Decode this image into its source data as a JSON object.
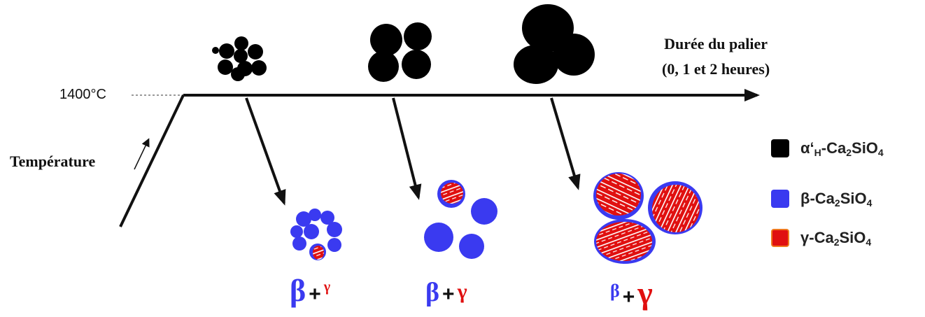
{
  "axis": {
    "temperature_value": "1400°C",
    "temperature_label": "Température",
    "duration_label_line1": "Durée du palier",
    "duration_label_line2": "(0, 1 et 2 heures)"
  },
  "legend": [
    {
      "symbol": "α‘",
      "sub1": "H",
      "mid": "-Ca",
      "sub2": "2",
      "mid2": "SiO",
      "sub3": "4",
      "color": "#000000"
    },
    {
      "symbol": "β",
      "sub1": "",
      "mid": "-Ca",
      "sub2": "2",
      "mid2": "SiO",
      "sub3": "4",
      "color": "#3a3af0"
    },
    {
      "symbol": "γ",
      "sub1": "",
      "mid": "-Ca",
      "sub2": "2",
      "mid2": "SiO",
      "sub3": "4",
      "color": "#e01010"
    }
  ],
  "phases": [
    {
      "beta": "β",
      "plus": "+",
      "gamma": "γ"
    },
    {
      "beta": "β",
      "plus": "+",
      "gamma": "γ"
    },
    {
      "beta": "β",
      "plus": "+",
      "gamma": "γ"
    }
  ],
  "colors": {
    "alpha": "#000000",
    "beta": "#3a3af0",
    "gamma": "#e01010",
    "white_stripe": "#ffffff"
  }
}
